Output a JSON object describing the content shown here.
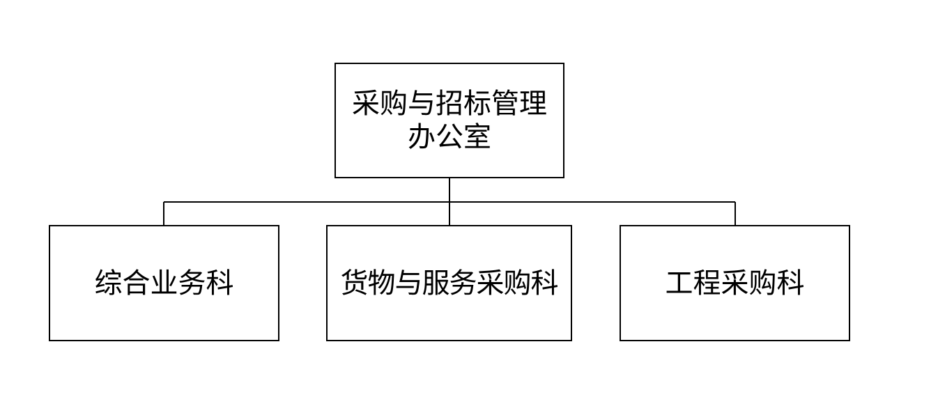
{
  "diagram": {
    "type": "org-chart",
    "line_color": "#000000",
    "root": {
      "label": "采购与招标管理办公室"
    },
    "children": [
      {
        "label": "综合业务科"
      },
      {
        "label": "货物与服务采购科"
      },
      {
        "label": "工程采购科"
      }
    ]
  }
}
